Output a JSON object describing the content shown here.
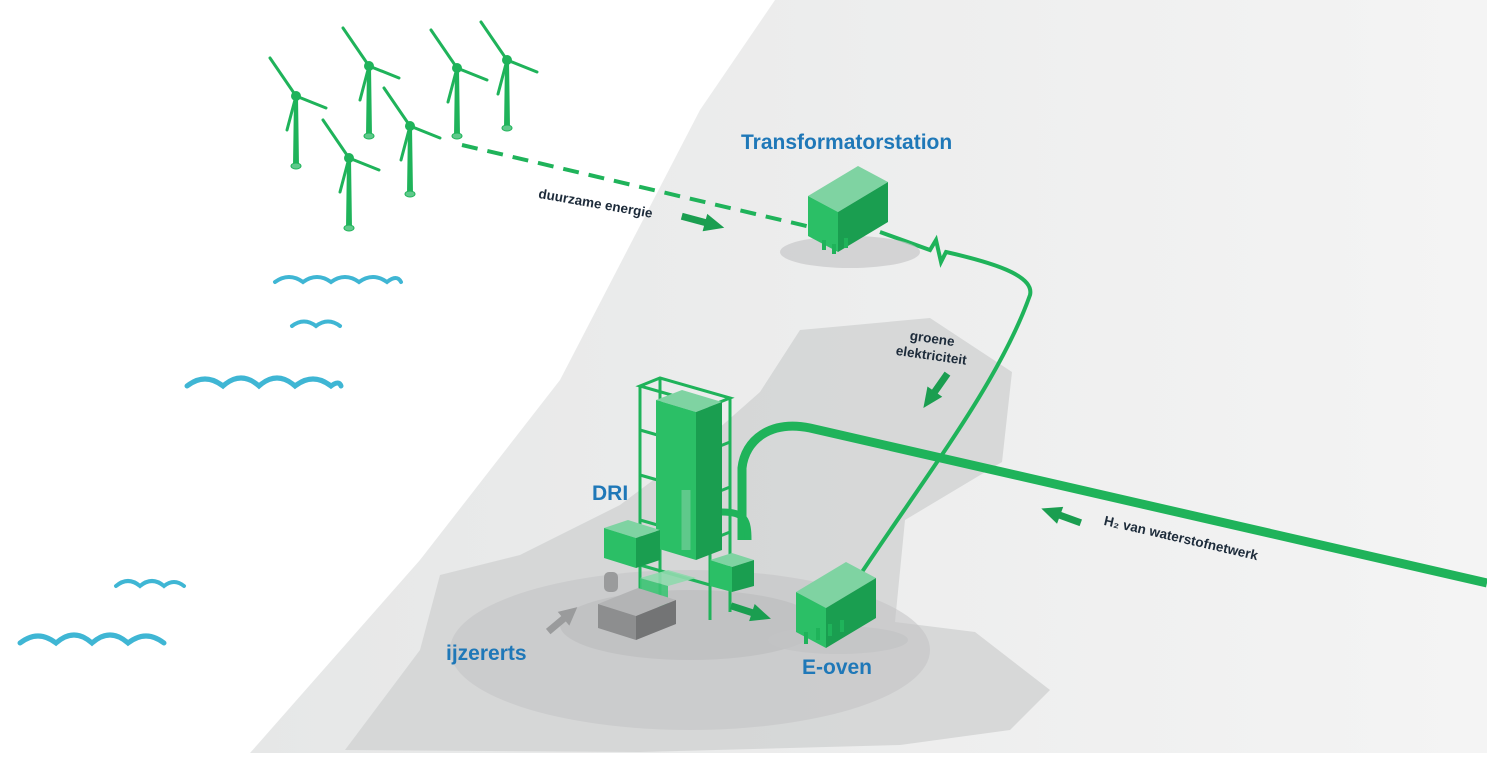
{
  "labels": {
    "transformer": "Transformatorstation",
    "renewable": "duurzame energie",
    "green_line1": "groene",
    "green_line2": "elektriciteit",
    "dri": "DRI",
    "hydrogen": "H₂ van waterstofnetwerk",
    "iron_ore": "ijzererts",
    "e_oven": "E-oven"
  },
  "icons": {
    "turbine": "wind-turbine-icon",
    "wave": "wave-icon",
    "arrow": "arrow-icon"
  },
  "colors": {
    "green": "#1fb35a",
    "green_light": "#5fc98b",
    "green_dark": "#0f8a42",
    "label_blue": "#1f78b8",
    "label_dark": "#1d2b3a",
    "wave": "#3fb6d4",
    "land": "#e9eaea",
    "land_dark": "#cfd0d1",
    "ore": "#8d8e8f"
  }
}
